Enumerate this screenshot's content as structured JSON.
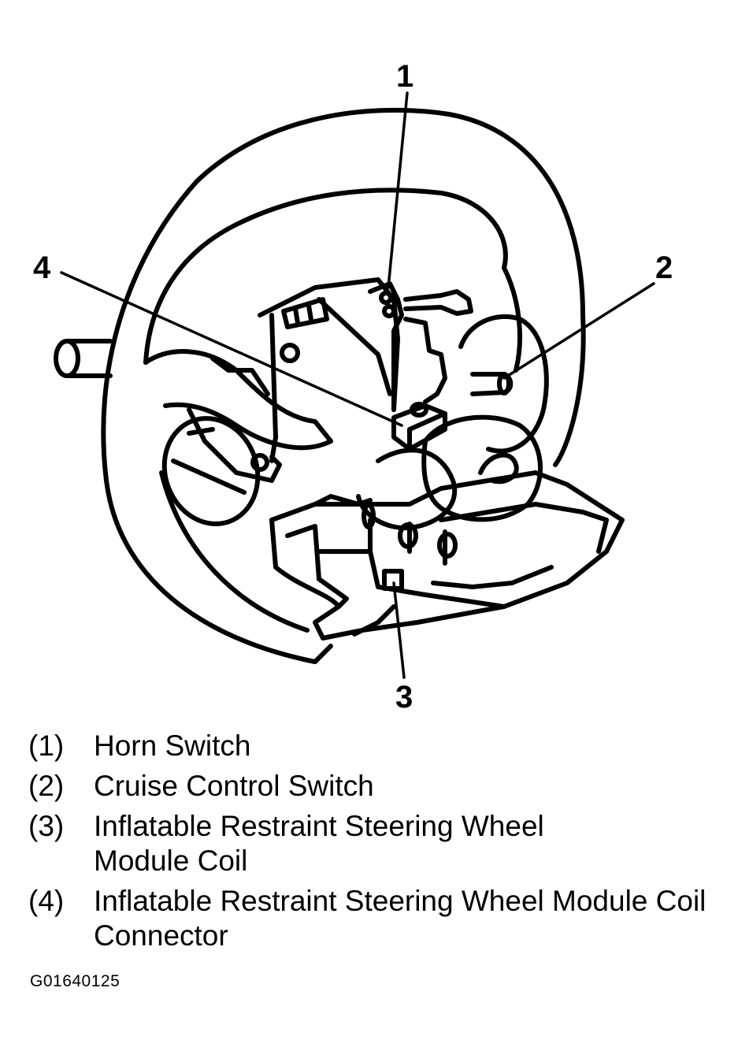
{
  "callouts": {
    "c1": "1",
    "c2": "2",
    "c3": "3",
    "c4": "4"
  },
  "legend": [
    {
      "num": "(1)",
      "text": "Horn Switch"
    },
    {
      "num": "(2)",
      "text": "Cruise Control Switch"
    },
    {
      "num": "(3)",
      "text": "Inflatable Restraint Steering Wheel Module Coil"
    },
    {
      "num": "(4)",
      "text": "Inflatable Restraint Steering Wheel Module Coil Connector"
    }
  ],
  "figure_id": "G01640125"
}
